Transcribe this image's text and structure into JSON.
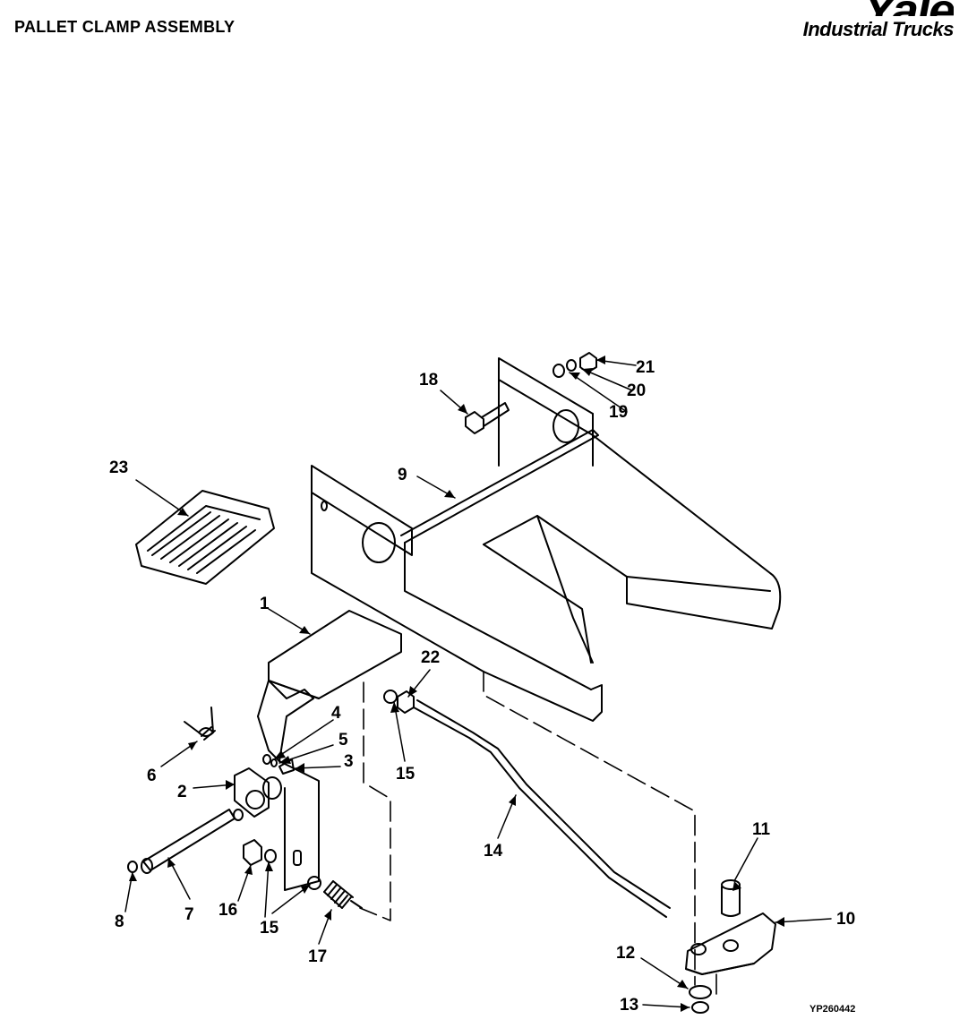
{
  "header": {
    "title": "PALLET CLAMP ASSEMBLY",
    "brand_logo": "Yale",
    "brand_subtitle": "Industrial Trucks"
  },
  "diagram": {
    "reference_code": "YP260442",
    "callouts": [
      "1",
      "2",
      "3",
      "4",
      "5",
      "6",
      "7",
      "8",
      "9",
      "10",
      "11",
      "12",
      "13",
      "14",
      "15",
      "15",
      "15",
      "16",
      "17",
      "18",
      "19",
      "20",
      "21",
      "22",
      "23"
    ]
  }
}
